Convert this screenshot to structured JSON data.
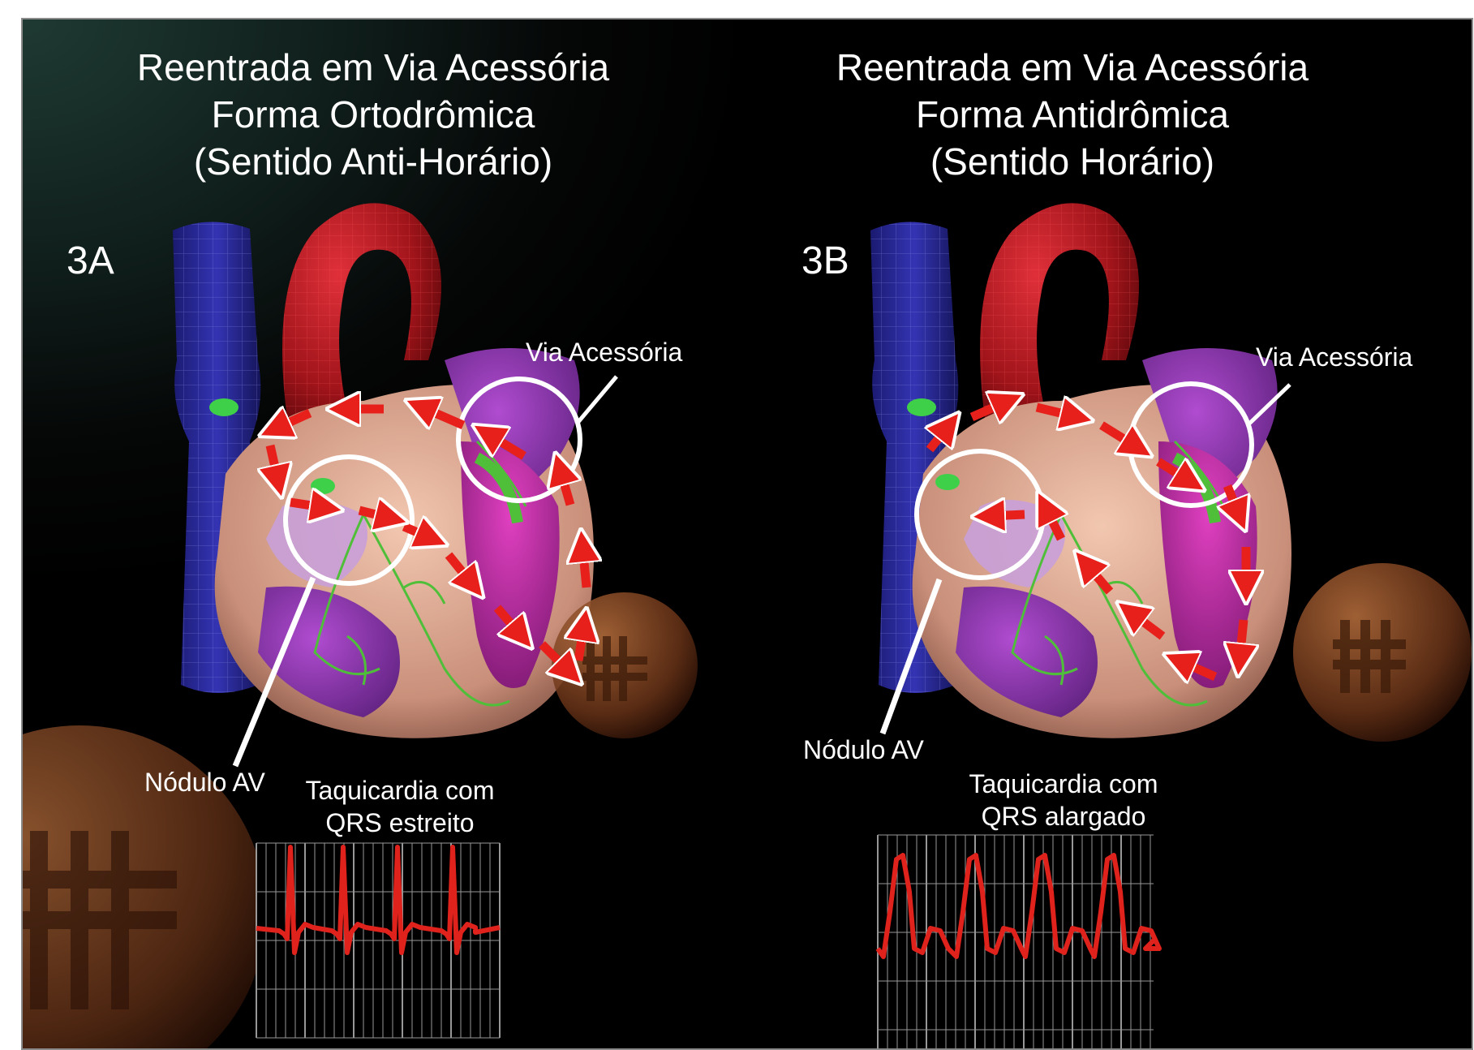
{
  "panels": [
    {
      "id": "3A",
      "title_lines": [
        "Reentrada em Via Acessória",
        "Forma Ortodrômica",
        "(Sentido Anti-Horário)"
      ],
      "label": "3A",
      "accessory_label": "Via Acessória",
      "av_node_label": "Nódulo AV",
      "ecg_caption_lines": [
        "Taquicardia com",
        "QRS estreito"
      ],
      "direction": "counter-clockwise"
    },
    {
      "id": "3B",
      "title_lines": [
        "Reentrada em Via Acessória",
        "Forma Antidrômica",
        "(Sentido Horário)"
      ],
      "label": "3B",
      "accessory_label": "Via Acessória",
      "av_node_label": "Nódulo AV",
      "ecg_caption_lines": [
        "Taquicardia com",
        "QRS alargado"
      ],
      "direction": "clockwise"
    }
  ],
  "colors": {
    "background": "#000000",
    "text": "#ffffff",
    "arrow": "#e8201c",
    "aorta": "#a0141a",
    "vena_cava": "#2a2a9a",
    "pulmonary": "#7a1a8a",
    "conduction": "#4fbf3a",
    "ecg_trace": "#e0221c"
  },
  "icons": [
    "heart-illustration",
    "reentry-arrow",
    "highlight-circle",
    "ecg-strip"
  ]
}
